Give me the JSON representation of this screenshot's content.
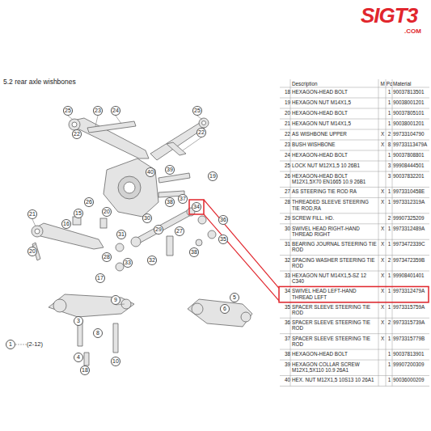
{
  "diagram": {
    "title": "5.2  rear axle wishbones",
    "nodes": [
      {
        "text": [
          "25"
        ]
      },
      {
        "text": [
          "23"
        ]
      },
      {
        "text": [
          "24"
        ]
      },
      {
        "text": [
          "25"
        ]
      },
      {
        "text": [
          "22"
        ]
      },
      {
        "text": [
          "22"
        ]
      },
      {
        "text": [
          "40"
        ]
      },
      {
        "text": [
          "39"
        ]
      },
      {
        "text": [
          "19"
        ]
      },
      {
        "text": [
          "38"
        ]
      },
      {
        "text": [
          "37"
        ]
      },
      {
        "text": [
          "34"
        ]
      },
      {
        "text": [
          "21"
        ]
      },
      {
        "text": [
          "16"
        ]
      },
      {
        "text": [
          "15"
        ]
      },
      {
        "text": [
          "20"
        ]
      },
      {
        "text": [
          "26"
        ]
      },
      {
        "text": [
          "30"
        ]
      },
      {
        "text": [
          "29"
        ]
      },
      {
        "text": [
          "31"
        ]
      },
      {
        "text": [
          "27"
        ]
      },
      {
        "text": [
          "36"
        ]
      },
      {
        "text": [
          "35"
        ]
      },
      {
        "text": [
          "38"
        ]
      },
      {
        "text": [
          "20"
        ]
      },
      {
        "text": [
          "33"
        ]
      },
      {
        "text": [
          "32"
        ]
      },
      {
        "text": [
          "28"
        ]
      },
      {
        "text": [
          "17"
        ]
      },
      {
        "text": [
          "3"
        ]
      },
      {
        "text": [
          "9"
        ]
      },
      {
        "text": [
          "1"
        ]
      },
      {
        "text": [
          "8"
        ]
      },
      {
        "text": [
          "4"
        ]
      },
      {
        "text": [
          "10"
        ]
      },
      {
        "text": [
          "18"
        ]
      },
      {
        "text": [
          "5"
        ]
      },
      {
        "text": [
          "6"
        ]
      }
    ],
    "labels": [
      "SIGT3",
      ".COM",
      "(2-12)",
      "Description",
      "M",
      "Pc",
      "Material",
      "18",
      "HEXAGON-HEAD BOLT",
      "1",
      "90037813501",
      "19",
      "HEXAGON NUT M14X1,5",
      "1",
      "90038001201",
      "20",
      "HEXAGON-HEAD BOLT",
      "1",
      "90037805101",
      "21",
      "HEXAGON NUT M14X1,5",
      "1",
      "90038001201",
      "22",
      "AS WISHBONE UPPER",
      "X",
      "2",
      "99733104790",
      "23",
      "BUSH WISHBONE",
      "X",
      "8",
      "99733113479A",
      "24",
      "HEXAGON-HEAD BOLT",
      "1",
      "90037808801",
      "25",
      "LOCK NUT M12X1,5 10 26B1",
      "3",
      "99908444501",
      "26",
      "HEXAGON-HEAD BOLT M12X1,5X70 EN1665 10.9 26B1",
      "3",
      "90037832201",
      "27",
      "AS STEERING TIE ROD RA",
      "X",
      "1",
      "9973310458E",
      "28",
      "THREADED SLEEVE STEERING TIE ROD,RA",
      "X",
      "1",
      "9973312319A",
      "29",
      "SCREW FILL. HD.",
      "2",
      "99907325209",
      "30",
      "SWIVEL HEAD RIGHT-HAND THREAD RIGHT",
      "X",
      "1",
      "9973312489A",
      "31",
      "BEARING JOURNAL STEERING TIE ROD",
      "X",
      "1",
      "9973472339C",
      "32",
      "SPACING WASHER STEERING TIE ROD",
      "X",
      "2",
      "9973472359B",
      "33",
      "HEXAGON NUT M14X1,5-SZ 12 C340",
      "X",
      "1",
      "99908401401",
      "34",
      "SWIVEL HEAD LEFT-HAND THREAD LEFT",
      "X",
      "1",
      "9973312479A",
      "35",
      "SPACER SLEEVE STEERING TIE ROD",
      "X",
      "1",
      "9973315759A",
      "36",
      "SPACER SLEEVE STEERING TIE ROD",
      "X",
      "2",
      "9973315739A",
      "37",
      "SPACER SLEEVE STEERING TIE ROD",
      "X",
      "1",
      "9973315779B",
      "38",
      "HEXAGON-HEAD BOLT",
      "1",
      "90037813901",
      "39",
      "HEXAGON COLLAR SCREW M12X1,5X110 10.9 26A1",
      "1",
      "99907200309",
      "40",
      "HEX. NUT M12X1,5 10S13 10 26A1",
      "1",
      "90036000209"
    ]
  }
}
